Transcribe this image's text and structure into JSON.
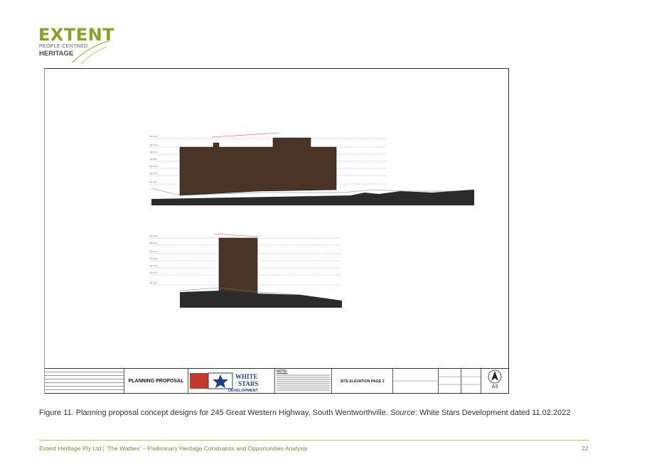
{
  "logo": {
    "name": "EXTENT",
    "tagline": "PEOPLE-CENTRED",
    "sub": "HERITAGE"
  },
  "drawing": {
    "upper_levels": [
      "RL 66.9",
      "RL 64.2",
      "RL 61.3",
      "RL 58.4",
      "RL 55.5",
      "RL 52.6",
      "RL 49.7"
    ],
    "lower_levels": [
      "RL 66.9",
      "RL 64.2",
      "RL 61.3",
      "RL 58.4",
      "RL 55.5",
      "RL 52.6",
      "RL 49.7"
    ],
    "titleblock": {
      "planning_proposal": "PLANNING PROPOSAL",
      "developer_line1": "WHITE",
      "developer_line2": "STARS",
      "developer_line3": "DEVELOPMENT",
      "note_label": "NOTE:",
      "sheet_title": "SITE ELEVATION PAGE 2",
      "sheet_size": "A3"
    }
  },
  "caption": {
    "main": "Figure 11. Planning proposal concept designs for 245 Great Western Highway, South Wentworthville. ",
    "source_label": "Source",
    "source_text": ": White Stars Development dated 11.02.2022"
  },
  "footer": {
    "text": "Extent Heritage Pty Ltd | ‘The Watties’ – Preliminary Heritage Constraints and Opportunities Analysis",
    "page": "22"
  },
  "colors": {
    "brand_green": "#8aa12a",
    "building_brown": "#4a3425",
    "ground_dark": "#2b2b2b"
  }
}
